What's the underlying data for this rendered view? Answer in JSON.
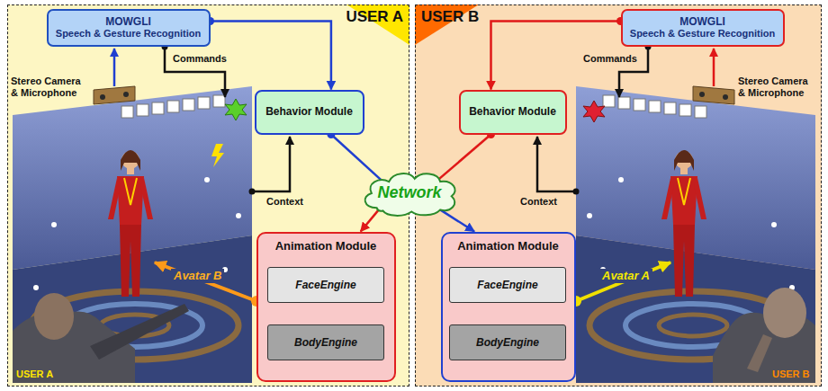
{
  "diagram": {
    "nodes": [
      {
        "text": [
          "USER A"
        ]
      },
      {
        "text": [
          "MOWGLI",
          "Speech & Gesture Recognition"
        ],
        "in": 0
      },
      {
        "text": [
          "Behavior Module"
        ],
        "in": 0
      },
      {
        "text": [
          "Animation Module"
        ],
        "in": 0
      },
      {
        "text": [
          "FaceEngine"
        ],
        "in": 3
      },
      {
        "text": [
          "BodyEngine"
        ],
        "in": 3
      },
      {
        "text": [
          "USER B"
        ]
      },
      {
        "text": [
          "MOWGLI",
          "Speech & Gesture Recognition"
        ],
        "in": 6
      },
      {
        "text": [
          "Behavior Module"
        ],
        "in": 6
      },
      {
        "text": [
          "Animation Module"
        ],
        "in": 6
      },
      {
        "text": [
          "FaceEngine"
        ],
        "in": 9
      },
      {
        "text": [
          "BodyEngine"
        ],
        "in": 9
      },
      {
        "text": [
          "Network"
        ]
      }
    ],
    "edges": [
      {
        "from": 1,
        "to": 2,
        "arrow": "to"
      },
      {
        "from": 2,
        "to": 12,
        "arrow": "none"
      },
      {
        "from": 12,
        "to": 9,
        "arrow": "to"
      },
      {
        "from": 7,
        "to": 8,
        "arrow": "to"
      },
      {
        "from": 8,
        "to": 12,
        "arrow": "none"
      },
      {
        "from": 12,
        "to": 3,
        "arrow": "to"
      }
    ],
    "labels": [
      "Commands",
      "Stereo Camera & Microphone",
      "Context",
      "Avatar B",
      "USER A",
      "Commands",
      "Stereo Camera & Microphone",
      "Context",
      "Avatar A",
      "USER B"
    ]
  }
}
